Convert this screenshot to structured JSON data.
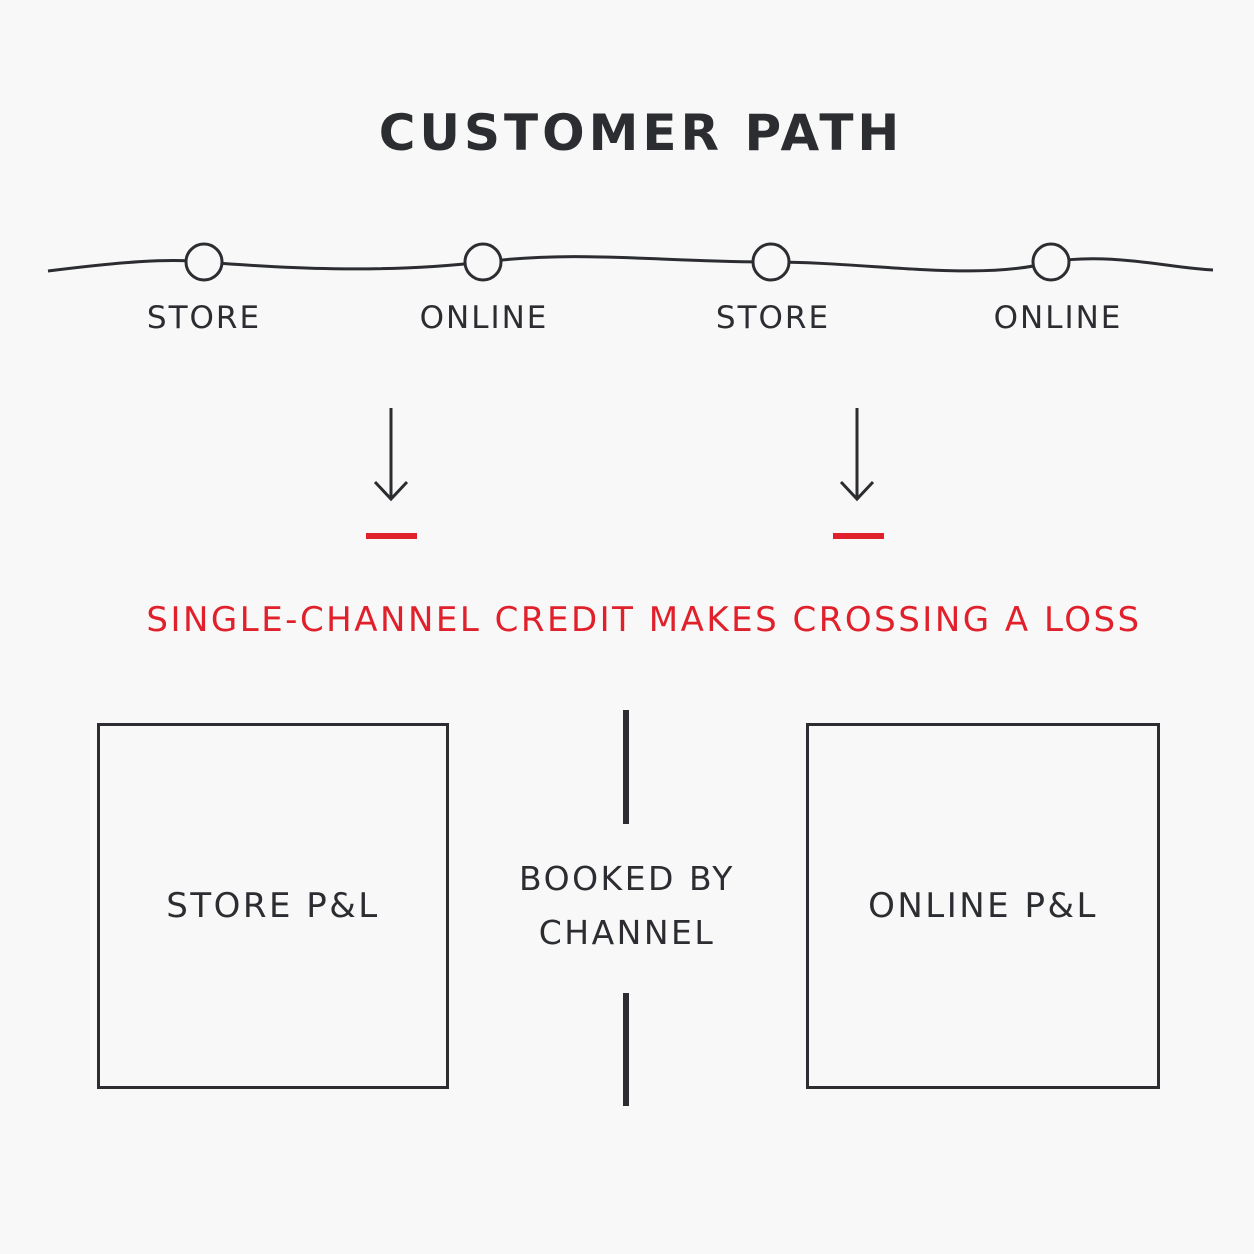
{
  "title": "CUSTOMER PATH",
  "path_stops": [
    "STORE",
    "ONLINE",
    "STORE",
    "ONLINE"
  ],
  "message": "SINGLE-CHANNEL CREDIT MAKES CROSSING A LOSS",
  "ledger": {
    "left_label": "STORE P&L",
    "right_label": "ONLINE P&L",
    "divider_lines": [
      "BOOKED BY",
      "CHANNEL"
    ]
  },
  "colors": {
    "ink": "#2b2d31",
    "accent_red": "#e0202a",
    "background": "#f8f8f8"
  }
}
